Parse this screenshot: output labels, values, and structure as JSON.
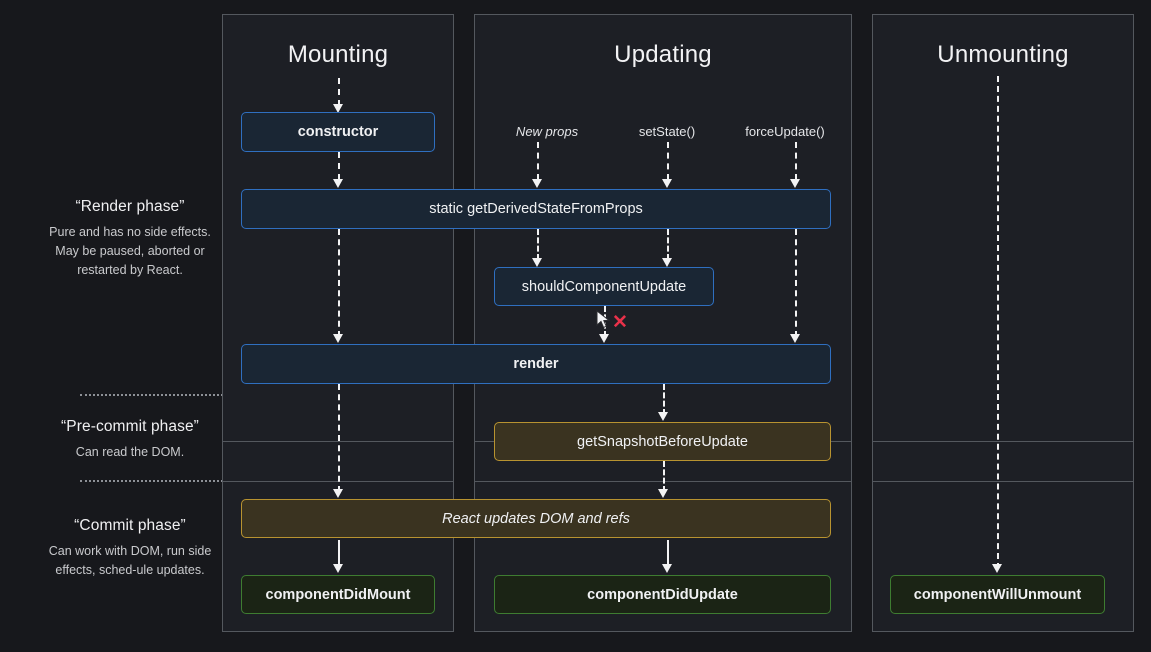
{
  "theme": {
    "background": "#17181c",
    "panel_bg": "#1d1f25",
    "panel_border": "#54585e",
    "blue_fill": "#1a2634",
    "blue_border": "#2f6fc0",
    "olive_fill": "#3a3320",
    "olive_border": "#b89330",
    "green_fill": "#1b2415",
    "green_border": "#3e7c31",
    "connector": "#f3f3f4",
    "blocked_x": "#e8314a",
    "text": "#f0f1f3"
  },
  "legend": [
    {
      "title": "“Render phase”",
      "description": "Pure and has no side effects. May be paused, aborted or restarted by React."
    },
    {
      "title": "“Pre-commit phase”",
      "description": "Can read the DOM."
    },
    {
      "title": "“Commit phase”",
      "description": "Can work with DOM, run side effects, sched-ule updates."
    }
  ],
  "columns": {
    "mounting": {
      "title": "Mounting"
    },
    "updating": {
      "title": "Updating"
    },
    "unmounting": {
      "title": "Unmounting"
    }
  },
  "triggers": [
    {
      "label": "New props",
      "italic": true
    },
    {
      "label": "setState()",
      "italic": false
    },
    {
      "label": "forceUpdate()",
      "italic": false
    }
  ],
  "nodes": {
    "constructor": "constructor",
    "get_derived_state_from_props": "static getDerivedStateFromProps",
    "should_component_update": "shouldComponentUpdate",
    "render": "render",
    "get_snapshot_before_update": "getSnapshotBeforeUpdate",
    "react_updates_dom": "React updates DOM and refs",
    "component_did_mount": "componentDidMount",
    "component_did_update": "componentDidUpdate",
    "component_will_unmount": "componentWillUnmount"
  },
  "markers": {
    "blocked_x": "✕"
  }
}
